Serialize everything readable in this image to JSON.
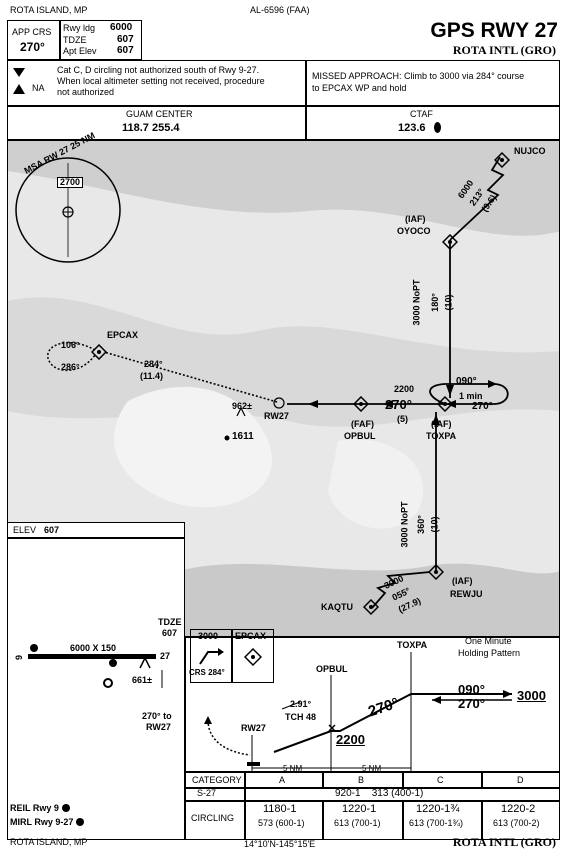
{
  "header": {
    "location": "ROTA ISLAND, MP",
    "doc_id": "AL-6596 (FAA)",
    "procedure_title": "GPS RWY 27",
    "airport": "ROTA INTL (GRO)"
  },
  "briefing": {
    "app_crs_label": "APP CRS",
    "app_crs_value": "270°",
    "rwy_ldg_label": "Rwy ldg",
    "rwy_ldg_value": "6000",
    "tdze_label": "TDZE",
    "tdze_value": "607",
    "apt_elev_label": "Apt Elev",
    "apt_elev_value": "607",
    "note1": "Cat C, D circling not authorized south of Rwy 9-27.",
    "note2": "When local altimeter setting not received, procedure",
    "note3": "not authorized",
    "na_label": "NA",
    "missed_1": "MISSED APPROACH: Climb to 3000 via 284° course",
    "missed_2": "to EPCAX WP and hold"
  },
  "comms": {
    "guam_label": "GUAM CENTER",
    "guam_freq": "118.7 255.4",
    "ctaf_label": "CTAF",
    "ctaf_freq": "123.6"
  },
  "plan": {
    "msa_label": "MSA RW 27 25 NM",
    "msa_alt": "2700",
    "nujco": "NUJCO",
    "nujco_leg_alt": "6000",
    "nujco_leg_crs": "213°",
    "nujco_leg_dist": "(9.6)",
    "oyoco_iaf": "(IAF)",
    "oyoco": "OYOCO",
    "oyoco_leg_alt": "3000 NoPT",
    "oyoco_leg_crs": "180°",
    "oyoco_leg_dist": "(10)",
    "epcax": "EPCAX",
    "hold_106": "106°",
    "hold_286": "286°",
    "ma_crs": "284°",
    "ma_dist": "(11.4)",
    "obst_962": "962±",
    "rw27": "RW27",
    "obst_1611": "1611",
    "leg_alt_2200": "2200",
    "leg_crs_270": "270°",
    "leg_dist_5": "(5)",
    "opbul_faf": "(FAF)",
    "opbul": "OPBUL",
    "toxpa_iaf": "(IAF)",
    "toxpa": "TOXPA",
    "hold_090": "090°",
    "hold_1min": "1 min",
    "hold_270": "270°",
    "rewju_leg_alt": "3000 NoPT",
    "rewju_leg_crs": "360°",
    "rewju_leg_dist": "(10)",
    "rewju_iaf": "(IAF)",
    "rewju": "REWJU",
    "kaqtu": "KAQTU",
    "kaqtu_leg_alt": "3000",
    "kaqtu_leg_crs": "055°",
    "kaqtu_leg_dist": "(27.9)"
  },
  "airport_diagram": {
    "elev_label": "ELEV",
    "elev_value": "607",
    "rwy_dims": "6000 X 150",
    "rwy_9": "9",
    "rwy_27": "27",
    "tdze_label": "TDZE",
    "tdze_value": "607",
    "obst_661": "661±",
    "note_270": "270° to",
    "note_rw27": "RW27",
    "reil": "REIL Rwy 9",
    "mirl": "MIRL Rwy 9-27"
  },
  "profile": {
    "ma_icon_alt": "3000",
    "ma_icon_wp": "EPCAX",
    "ma_icon_crs": "CRS 284°",
    "toxpa": "TOXPA",
    "holding_1": "One Minute",
    "holding_2": "Holding Pattern",
    "opbul": "OPBUL",
    "glide_angle": "2.91°",
    "tch": "TCH 48",
    "rw27": "RW27",
    "seg_crs": "270°",
    "seg_alt": "2200",
    "hold_090": "090°",
    "hold_3000": "3000",
    "hold_270": "270°",
    "dist_left": "5 NM",
    "dist_right": "5 NM"
  },
  "minimums": {
    "category_label": "CATEGORY",
    "categories": [
      "A",
      "B",
      "C",
      "D"
    ],
    "s27_label": "S-27",
    "s27_value": "920-1    313 (400-1)",
    "circling_label": "CIRCLING",
    "circling": [
      {
        "main": "1180-1",
        "sub": "573 (600-1)"
      },
      {
        "main": "1220-1",
        "sub": "613 (700-1)"
      },
      {
        "main": "1220-1¾",
        "sub": "613 (700-1¾)"
      },
      {
        "main": "1220-2",
        "sub": "613 (700-2)"
      }
    ]
  },
  "footer": {
    "location": "ROTA ISLAND, MP",
    "coords": "14°10'N-145°15'E",
    "airport": "ROTA INTL (GRO)"
  }
}
